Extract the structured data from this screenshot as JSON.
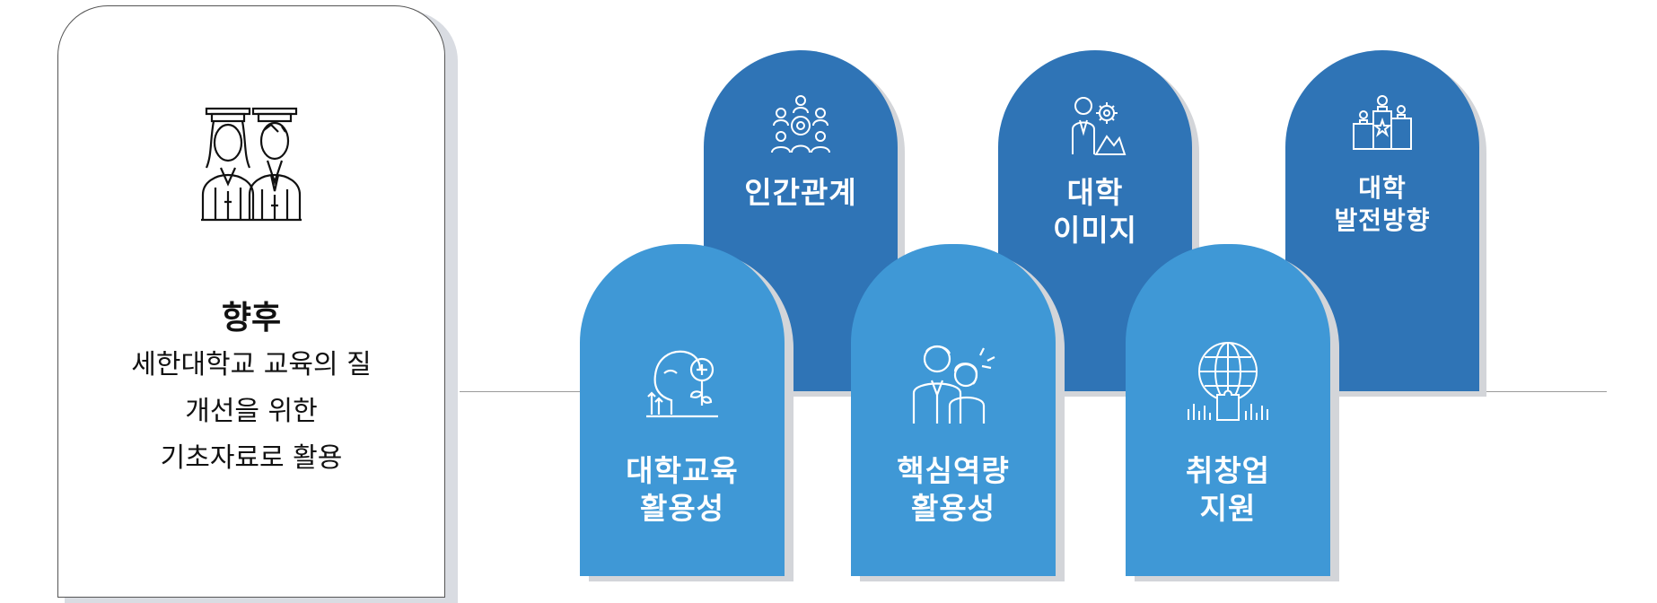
{
  "future_card": {
    "title": "향후",
    "lines": [
      "세한대학교 교육의 질",
      "개선을 위한",
      "기초자료로 활용"
    ]
  },
  "arches": [
    {
      "id": "interpersonal",
      "lines": [
        "인간관계"
      ],
      "icon": "teamwork-icon",
      "tone": "dark"
    },
    {
      "id": "image",
      "lines": [
        "대학",
        "이미지"
      ],
      "icon": "business-person-gear-icon",
      "tone": "dark"
    },
    {
      "id": "development",
      "lines": [
        "대학",
        "발전방향"
      ],
      "icon": "podium-icon",
      "tone": "dark"
    },
    {
      "id": "edu-use",
      "lines": [
        "대학교육",
        "활용성"
      ],
      "icon": "head-growth-icon",
      "tone": "light"
    },
    {
      "id": "competency",
      "lines": [
        "핵심역량",
        "활용성"
      ],
      "icon": "two-people-icon",
      "tone": "light"
    },
    {
      "id": "career",
      "lines": [
        "취창업",
        "지원"
      ],
      "icon": "globe-puzzle-icon",
      "tone": "light"
    }
  ],
  "colors": {
    "dark": "#2f74b6",
    "light": "#3f98d6",
    "shadow": "#d3d5d9"
  }
}
